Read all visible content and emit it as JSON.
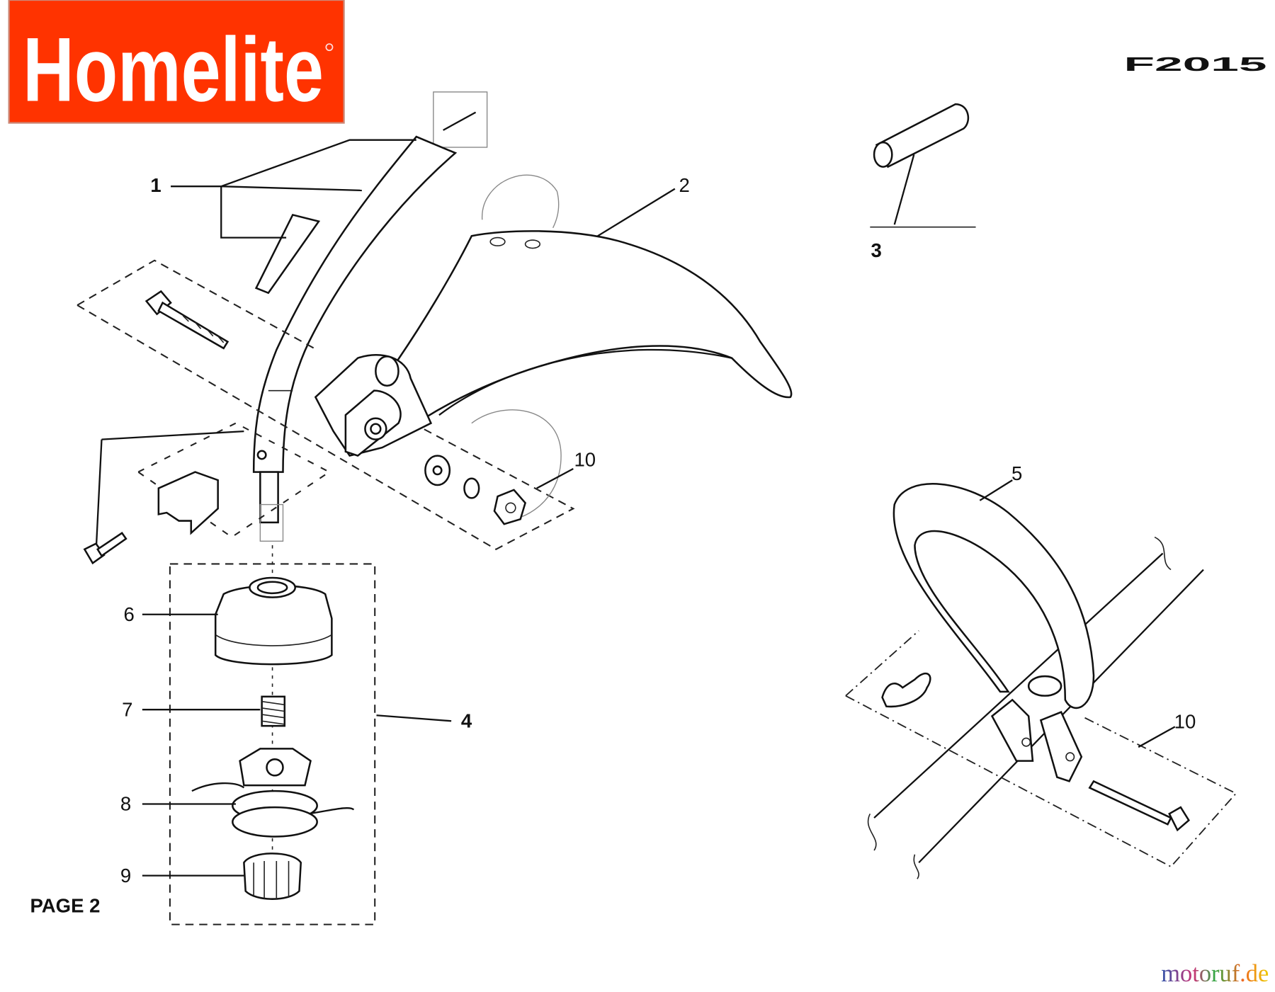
{
  "header": {
    "brand_logo": "Homelite",
    "model": "F2015"
  },
  "footer": {
    "page_label": "PAGE 2",
    "watermark": "motoruf.de"
  },
  "callouts": [
    "1",
    "2",
    "3",
    "4",
    "5",
    "6",
    "7",
    "8",
    "9",
    "10",
    "10"
  ],
  "colors": {
    "logo_background": "#ff3300",
    "logo_text": "#ffffff",
    "line_art": "#111111"
  }
}
